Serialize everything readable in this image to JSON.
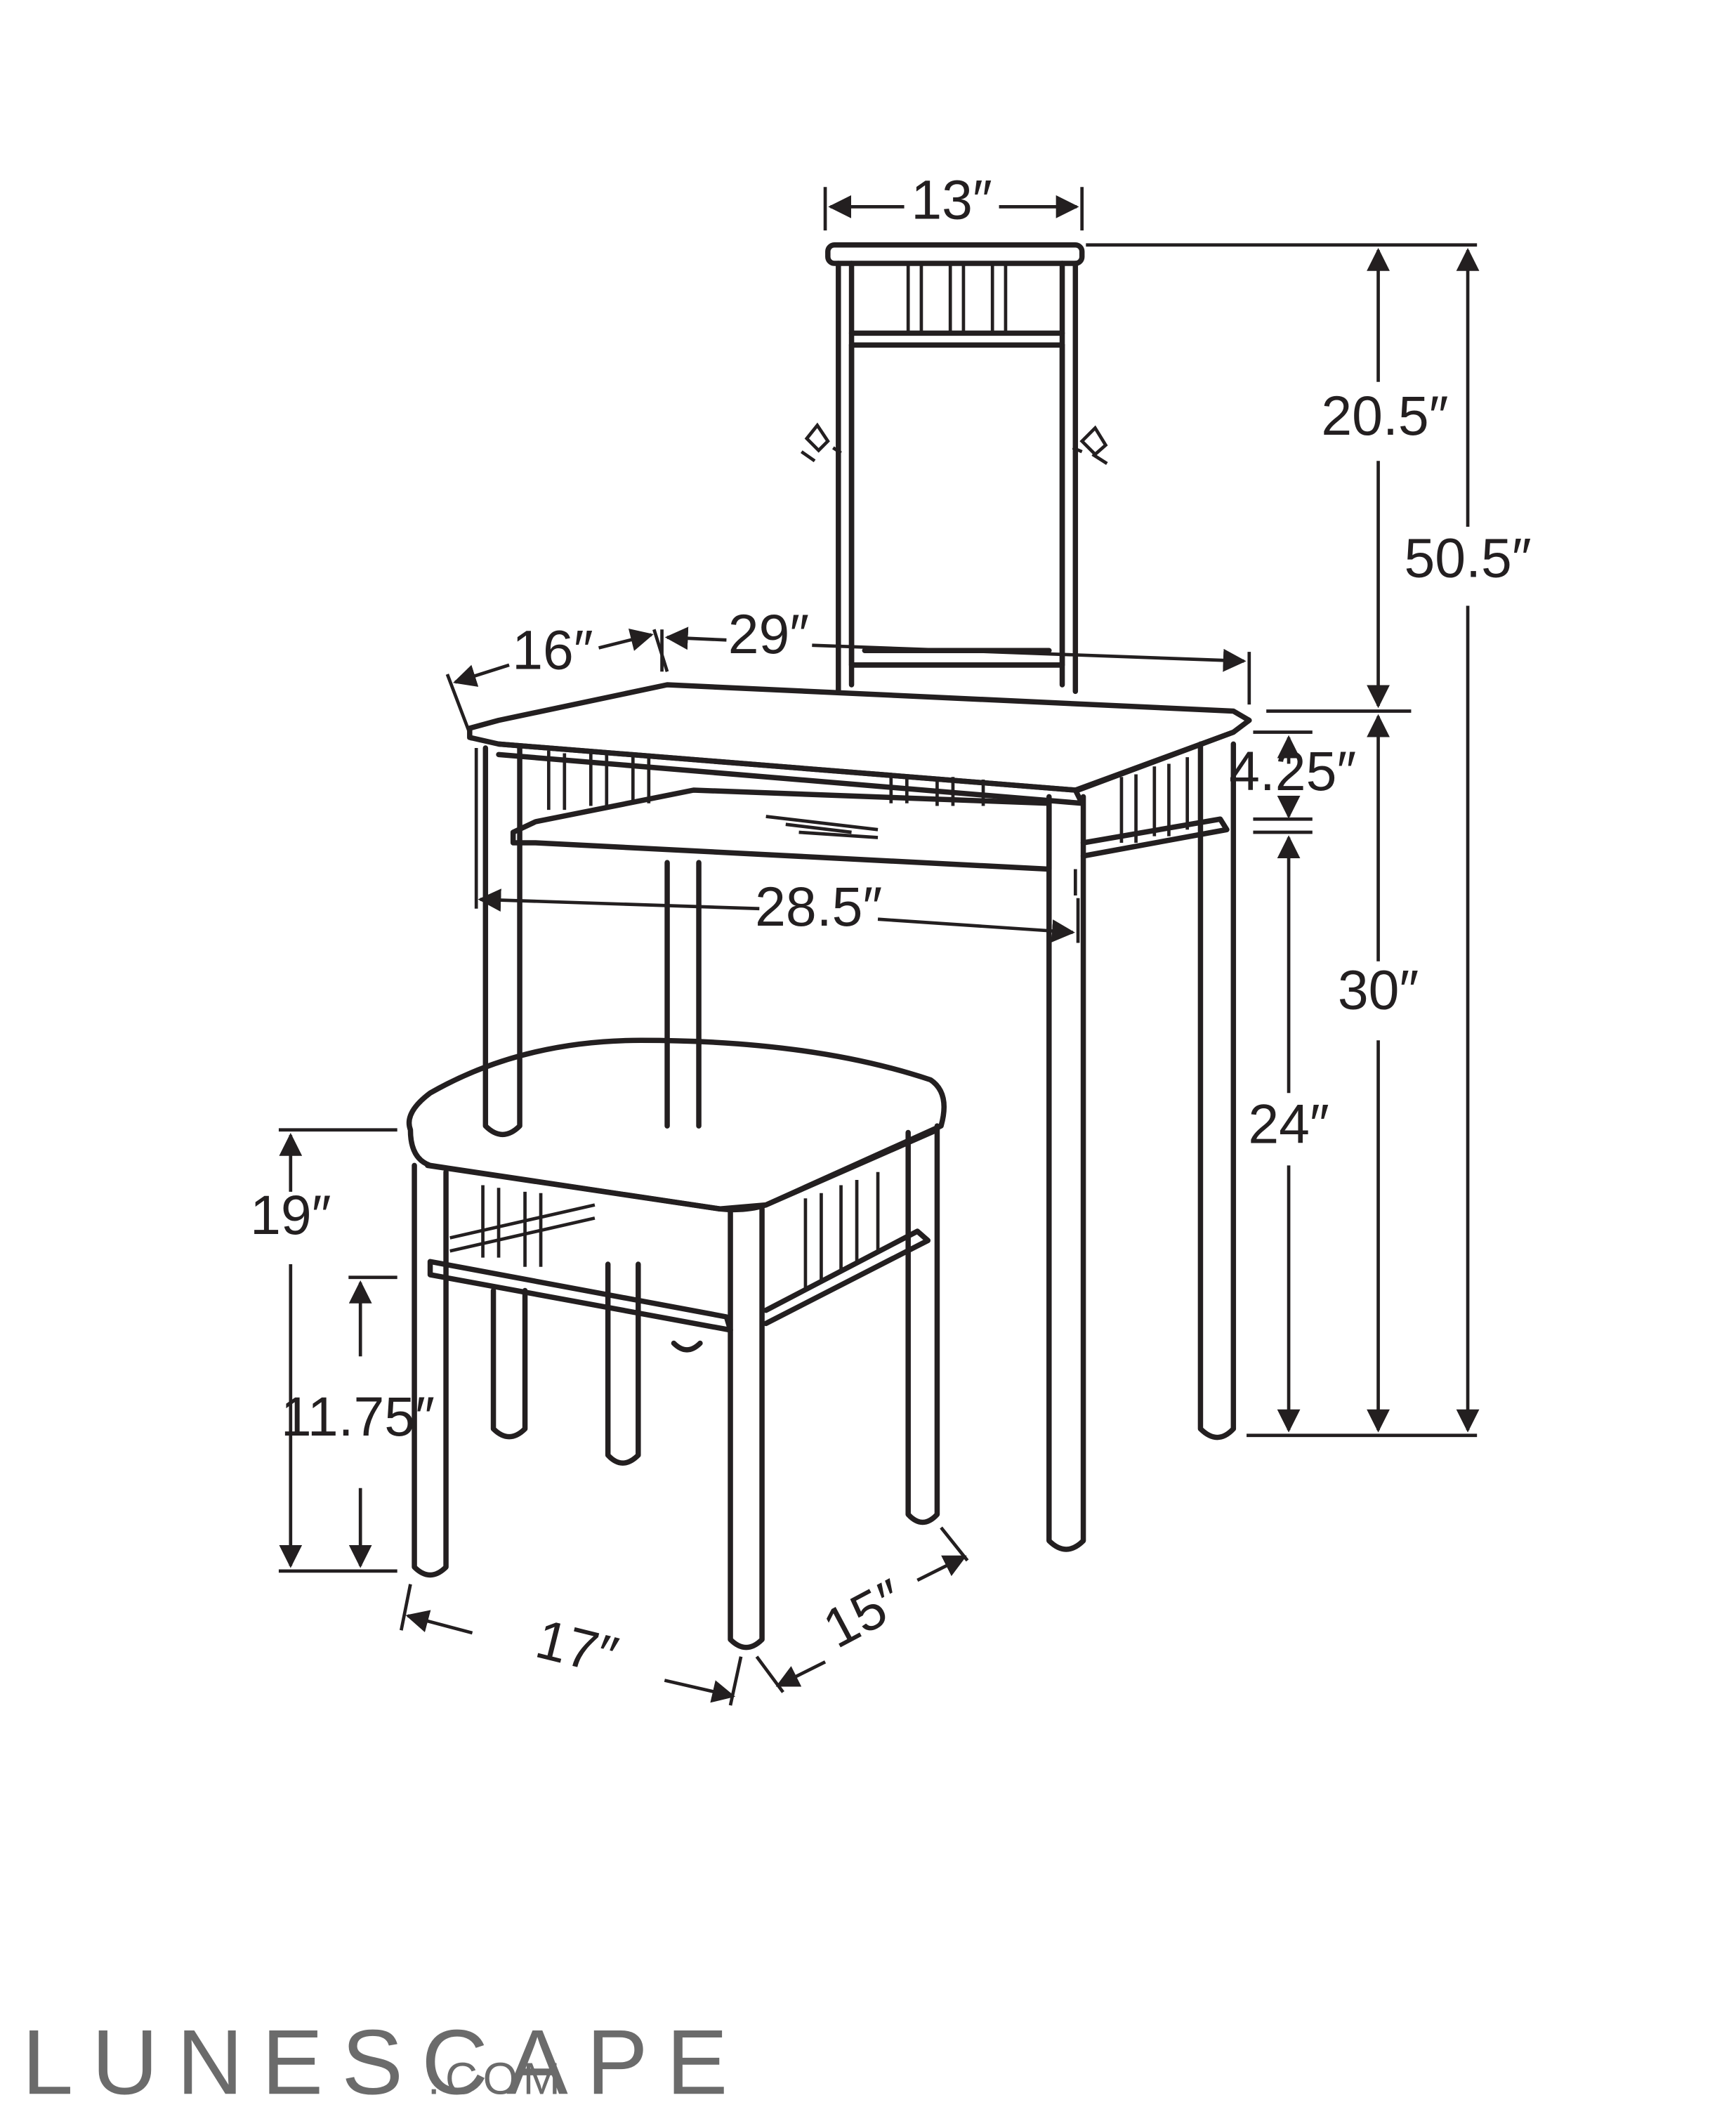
{
  "dimensions": {
    "mirror_width": "13″",
    "mirror_height": "20.5″",
    "total_height": "50.5″",
    "table_depth": "16″",
    "table_width": "29″",
    "apron_height": "4.25″",
    "inner_width": "28.5″",
    "table_height": "30″",
    "knee_clearance": "24″",
    "stool_height": "19″",
    "stool_lower_height": "11.75″",
    "stool_width": "17″",
    "stool_depth": "15″"
  },
  "watermark": {
    "brand": "LUNESCAPE",
    "suffix": ".COM"
  }
}
